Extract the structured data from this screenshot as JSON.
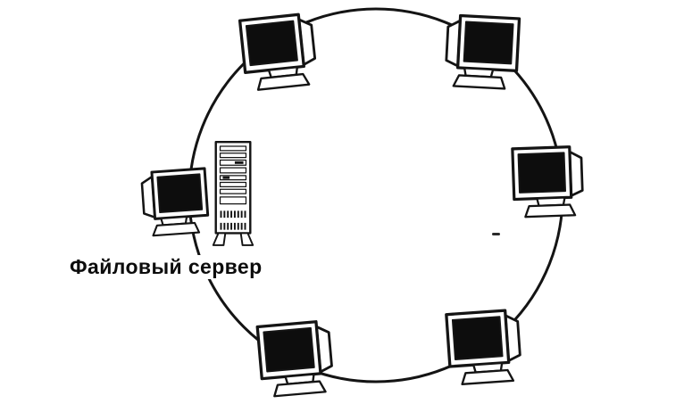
{
  "diagram": {
    "type": "ring-network-topology",
    "server_label": "Файловый сервер",
    "workstation_count": 6,
    "colors": {
      "line": "#141414",
      "background": "#ffffff",
      "screen": "#0d0d0d"
    },
    "ring": {
      "shape": "circle"
    },
    "nodes": [
      {
        "id": "workstation-top-left",
        "kind": "workstation"
      },
      {
        "id": "workstation-top-right",
        "kind": "workstation"
      },
      {
        "id": "workstation-right",
        "kind": "workstation"
      },
      {
        "id": "workstation-bottom-right",
        "kind": "workstation"
      },
      {
        "id": "workstation-bottom",
        "kind": "workstation"
      },
      {
        "id": "workstation-left",
        "kind": "workstation"
      },
      {
        "id": "file-server",
        "kind": "server-tower",
        "label": "Файловый сервер"
      }
    ]
  }
}
